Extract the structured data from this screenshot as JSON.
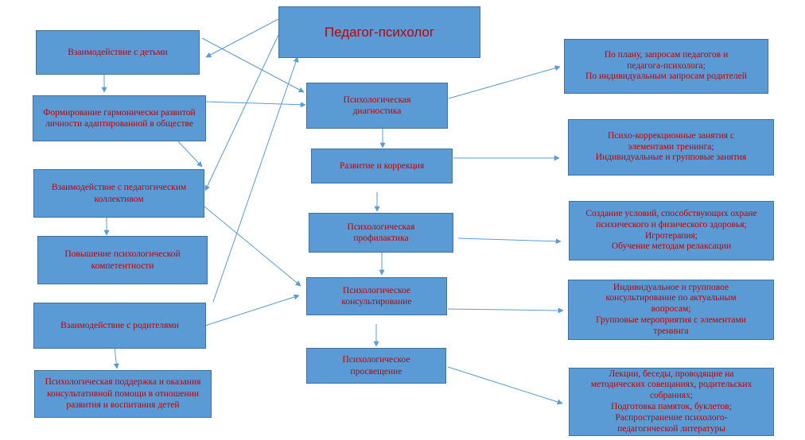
{
  "colors": {
    "box_fill": "#5b9bd5",
    "box_border": "#41719c",
    "text": "#c00000",
    "arrow": "#5b9bd5"
  },
  "title": "Педагог-психолог",
  "left": [
    "Взаимодействие с детьми",
    "Формирование гармонически развитой личности адаптированной в обществе",
    "Взаимодействие с педагогическим коллективом",
    "Повышение психологической компетентности",
    "Взаимодействие с родителями",
    "Психологическая поддержка и оказания консультативной помощи в отношении развития и воспитания детей"
  ],
  "center": [
    "Психологическая\nдиагностика",
    "Развитие и коррекция",
    "Психологическая\nпрофилактика",
    "Психологическое\nконсультирование",
    "Психологическое\nпросвещение"
  ],
  "right": [
    "По плану, запросам педагогов и\nпедагога-психолога;\nПо индивидуальным запросам родителей",
    "Психо-коррекционные занятия с\nэлементами тренинга;\nИндивидуальные и групповые занятия",
    "Создание условий, способствующих охране\nпсихического и физического здоровья;\nИгротерапия;\nОбучение методам релаксации",
    "Индивидуальное и групповое\nконсультирование по актуальным\nвопросам;\nГрупповые мероприятия с элементами\nтренинга",
    "Лекции, беседы, проводящие на\nметодических совещаниях, родительских\nсобраниях;\nПодготовка памяток, буклетов;\nРаспространение психолого-\nпедагогической литературы"
  ]
}
